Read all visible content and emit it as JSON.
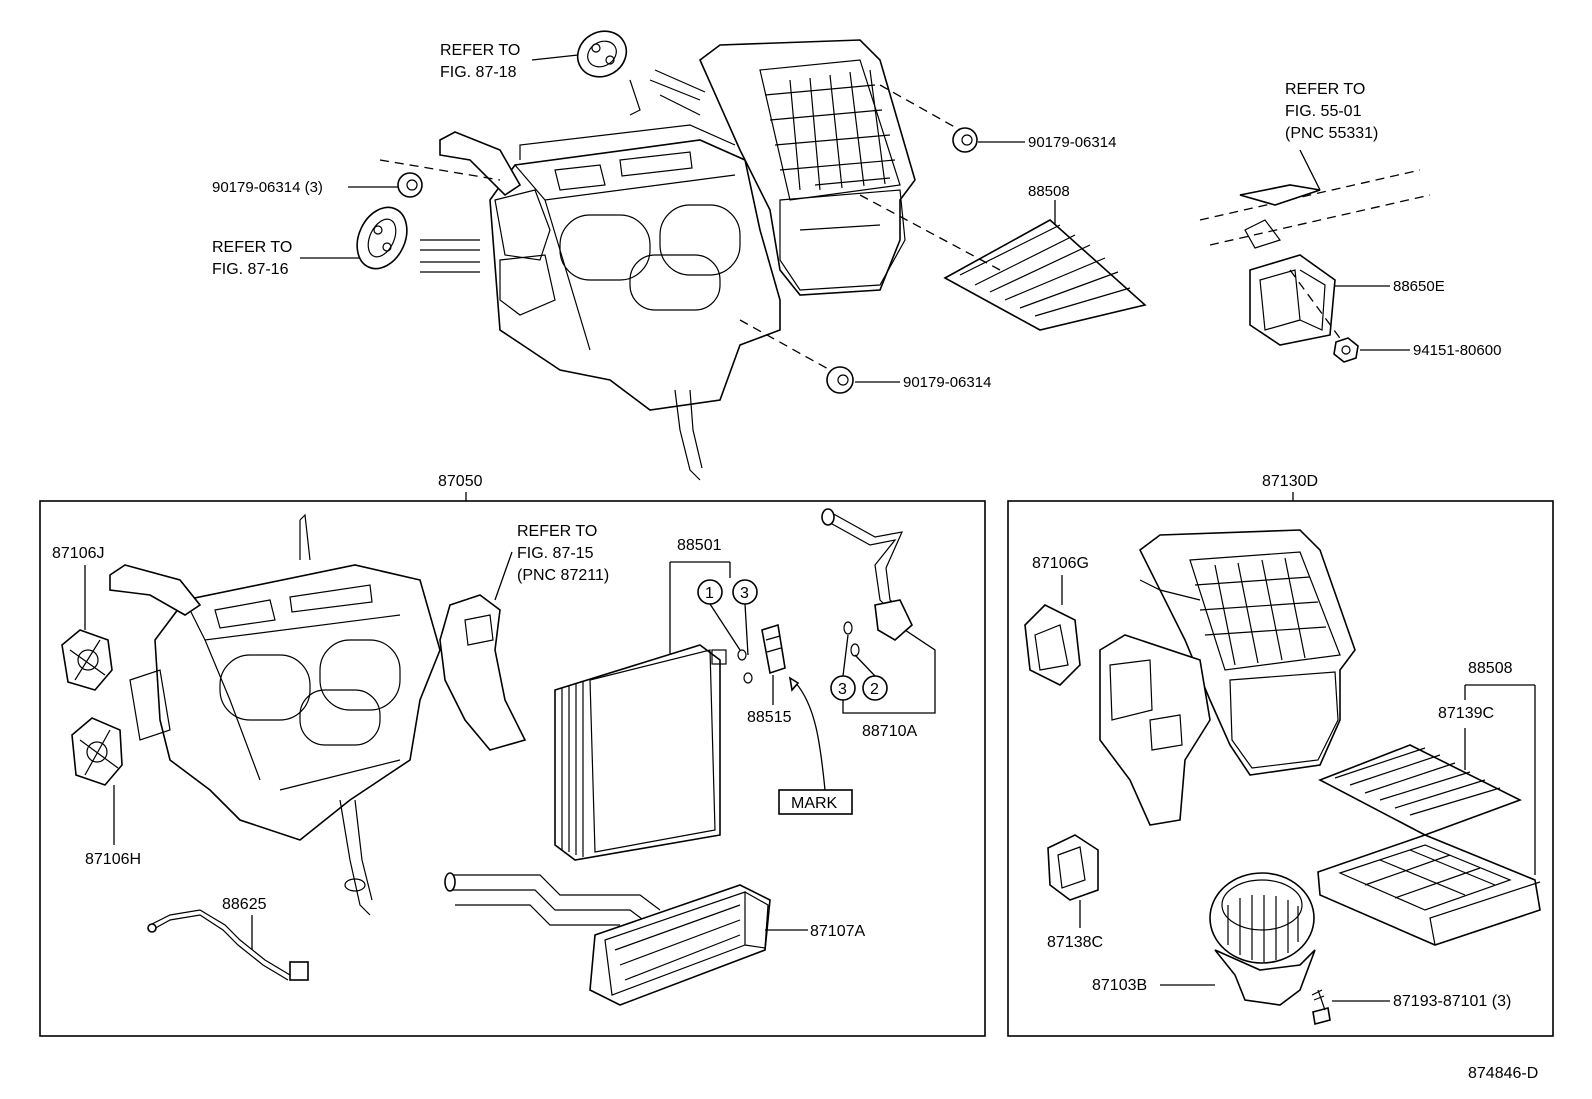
{
  "diagram_id": "874846-D",
  "upper": {
    "refer_87_18": {
      "line1": "REFER TO",
      "line2": "FIG. 87-18"
    },
    "refer_87_16": {
      "line1": "REFER TO",
      "line2": "FIG. 87-16"
    },
    "refer_55_01": {
      "line1": "REFER TO",
      "line2": "FIG. 55-01",
      "line3": "(PNC 55331)"
    },
    "clip_90179_left": "90179-06314 (3)",
    "clip_90179_right": "90179-06314",
    "clip_90179_bottom": "90179-06314",
    "filter_88508": "88508",
    "amplifier_88650E": "88650E",
    "nut_94151": "94151-80600"
  },
  "box_87050": {
    "title": "87050",
    "damper_87106J": "87106J",
    "damper_87106H": "87106H",
    "sensor_88625": "88625",
    "refer_87_15": {
      "line1": "REFER TO",
      "line2": "FIG. 87-15",
      "line3": "(PNC 87211)"
    },
    "evaporator_88501": "88501",
    "valve_88515": "88515",
    "mark": "MARK",
    "tube_88710A": "88710A",
    "core_87107A": "87107A",
    "circle_1": "1",
    "circle_3a": "3",
    "circle_3b": "3",
    "circle_2": "2"
  },
  "box_87130D": {
    "title": "87130D",
    "damper_87106G": "87106G",
    "filter_88508": "88508",
    "element_87139C": "87139C",
    "resistor_87138C": "87138C",
    "blower_87103B": "87103B",
    "screw_87193": "87193-87101 (3)"
  }
}
